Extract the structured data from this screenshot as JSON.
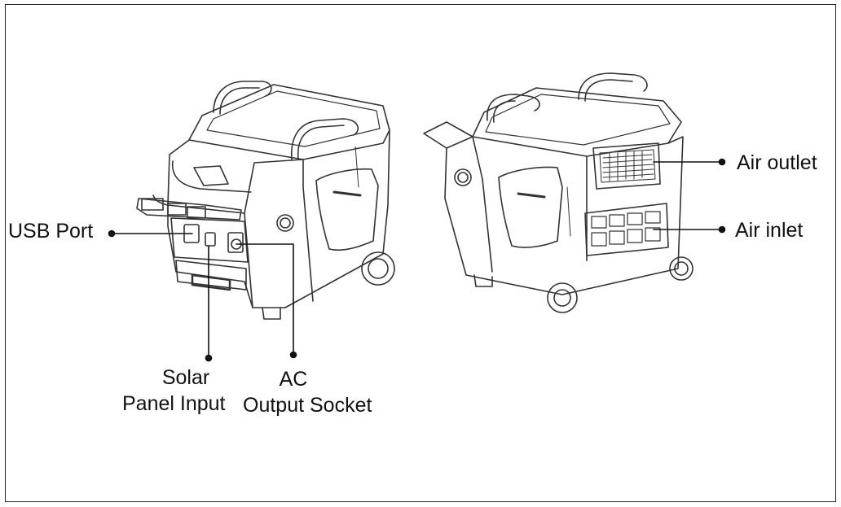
{
  "labels": {
    "usb_port": "USB Port",
    "solar_line1": "Solar",
    "solar_line2": "Panel Input",
    "ac_line1": "AC",
    "ac_line2": "Output Socket",
    "air_outlet": "Air outlet",
    "air_inlet": "Air inlet"
  },
  "colors": {
    "line": "#222222",
    "background": "#ffffff"
  }
}
